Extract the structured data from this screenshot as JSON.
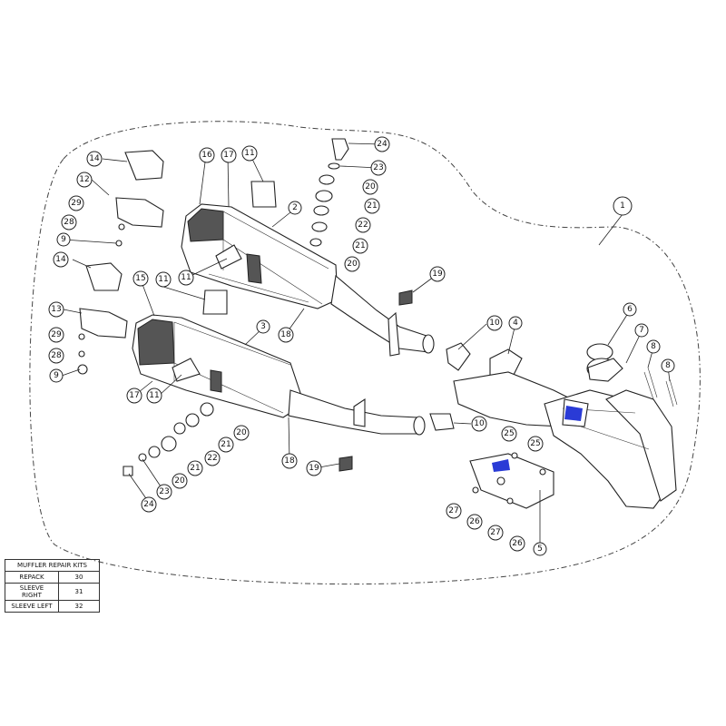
{
  "callouts": [
    {
      "id": "c1",
      "label": "1"
    },
    {
      "id": "c2",
      "label": "2"
    },
    {
      "id": "c3",
      "label": "3"
    },
    {
      "id": "c4",
      "label": "4"
    },
    {
      "id": "c5",
      "label": "5"
    },
    {
      "id": "c6",
      "label": "6"
    },
    {
      "id": "c7",
      "label": "7"
    },
    {
      "id": "c8a",
      "label": "8"
    },
    {
      "id": "c8b",
      "label": "8"
    },
    {
      "id": "c9a",
      "label": "9"
    },
    {
      "id": "c9b",
      "label": "9"
    },
    {
      "id": "c10a",
      "label": "10"
    },
    {
      "id": "c10b",
      "label": "10"
    },
    {
      "id": "c11a",
      "label": "11"
    },
    {
      "id": "c11b",
      "label": "11"
    },
    {
      "id": "c11c",
      "label": "11"
    },
    {
      "id": "c11d",
      "label": "11"
    },
    {
      "id": "c12",
      "label": "12"
    },
    {
      "id": "c13",
      "label": "13"
    },
    {
      "id": "c14a",
      "label": "14"
    },
    {
      "id": "c14b",
      "label": "14"
    },
    {
      "id": "c15",
      "label": "15"
    },
    {
      "id": "c16",
      "label": "16"
    },
    {
      "id": "c17a",
      "label": "17"
    },
    {
      "id": "c17b",
      "label": "17"
    },
    {
      "id": "c18a",
      "label": "18"
    },
    {
      "id": "c18b",
      "label": "18"
    },
    {
      "id": "c19a",
      "label": "19"
    },
    {
      "id": "c19b",
      "label": "19"
    },
    {
      "id": "c20a",
      "label": "20"
    },
    {
      "id": "c20b",
      "label": "20"
    },
    {
      "id": "c20c",
      "label": "20"
    },
    {
      "id": "c20d",
      "label": "20"
    },
    {
      "id": "c21a",
      "label": "21"
    },
    {
      "id": "c21b",
      "label": "21"
    },
    {
      "id": "c21c",
      "label": "21"
    },
    {
      "id": "c21d",
      "label": "21"
    },
    {
      "id": "c22a",
      "label": "22"
    },
    {
      "id": "c22b",
      "label": "22"
    },
    {
      "id": "c23a",
      "label": "23"
    },
    {
      "id": "c23b",
      "label": "23"
    },
    {
      "id": "c24a",
      "label": "24"
    },
    {
      "id": "c24b",
      "label": "24"
    },
    {
      "id": "c25a",
      "label": "25"
    },
    {
      "id": "c25b",
      "label": "25"
    },
    {
      "id": "c26a",
      "label": "26"
    },
    {
      "id": "c26b",
      "label": "26"
    },
    {
      "id": "c27a",
      "label": "27"
    },
    {
      "id": "c27b",
      "label": "27"
    },
    {
      "id": "c28a",
      "label": "28"
    },
    {
      "id": "c28b",
      "label": "28"
    },
    {
      "id": "c29a",
      "label": "29"
    },
    {
      "id": "c29b",
      "label": "29"
    }
  ],
  "repair_kits": {
    "title": "MUFFLER REPAIR KITS",
    "rows": [
      {
        "name": "REPACK",
        "number": "30"
      },
      {
        "name": "SLEEVE RIGHT",
        "number": "31"
      },
      {
        "name": "SLEEVE LEFT",
        "number": "32"
      }
    ]
  },
  "colors": {
    "line": "#222222",
    "accent": "#2a3bd6",
    "boundary": "#444444"
  }
}
